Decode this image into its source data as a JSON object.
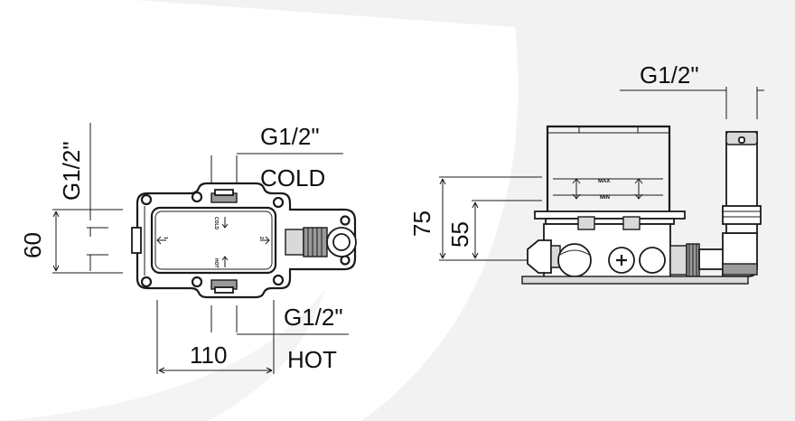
{
  "front_view": {
    "cold_thread": "G1/2\"",
    "cold_label": "COLD",
    "hot_thread": "G1/2\"",
    "hot_label": "HOT",
    "side_thread": "G1/2\"",
    "width_dim": "110",
    "height_dim": "60",
    "arrow_left": "1",
    "arrow_right": "2",
    "port_cold": "COLD",
    "port_hot": "HOT"
  },
  "side_view": {
    "top_thread": "G1/2\"",
    "dim_max": "75",
    "dim_min": "55",
    "max_label": "MAX",
    "min_label": "MIN"
  },
  "colors": {
    "line": "#1a1a1a",
    "watermark": "#ececec",
    "grey_fill": "#d9d9d9",
    "dark_fill": "#9a9a9a"
  }
}
